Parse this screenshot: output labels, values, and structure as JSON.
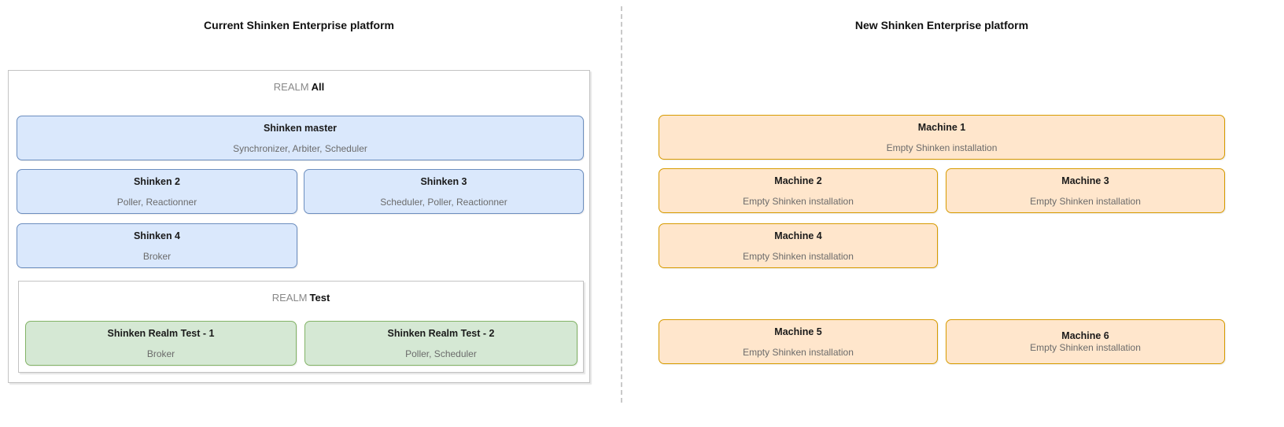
{
  "left_panel": {
    "title": "Current Shinken Enterprise platform",
    "realm_all": {
      "label_prefix": "REALM",
      "label_name": "All",
      "nodes": [
        {
          "title": "Shinken master",
          "subtitle": "Synchronizer, Arbiter, Scheduler"
        },
        {
          "title": "Shinken 2",
          "subtitle": "Poller, Reactionner"
        },
        {
          "title": "Shinken 3",
          "subtitle": "Scheduler, Poller, Reactionner"
        },
        {
          "title": "Shinken 4",
          "subtitle": "Broker"
        }
      ],
      "realm_test": {
        "label_prefix": "REALM",
        "label_name": "Test",
        "nodes": [
          {
            "title": "Shinken Realm Test - 1",
            "subtitle": "Broker"
          },
          {
            "title": "Shinken Realm Test - 2",
            "subtitle": "Poller, Scheduler"
          }
        ]
      }
    }
  },
  "right_panel": {
    "title": "New Shinken Enterprise platform",
    "machines": [
      {
        "title": "Machine 1",
        "subtitle": "Empty Shinken installation"
      },
      {
        "title": "Machine 2",
        "subtitle": "Empty Shinken installation"
      },
      {
        "title": "Machine 3",
        "subtitle": "Empty Shinken installation"
      },
      {
        "title": "Machine 4",
        "subtitle": "Empty Shinken installation"
      },
      {
        "title": "Machine 5",
        "subtitle": "Empty Shinken installation"
      },
      {
        "title": "Machine 6",
        "subtitle": "Empty Shinken installation"
      }
    ]
  },
  "colors": {
    "shinken_node_fill": "#dae8fc",
    "shinken_node_border": "#6c8ebf",
    "realm_test_node_fill": "#d5e8d4",
    "realm_test_node_border": "#82b366",
    "machine_fill": "#ffe6cc",
    "machine_border": "#d79b00",
    "realm_container_border": "#c3c3c3",
    "divider": "#c9c9c9"
  }
}
